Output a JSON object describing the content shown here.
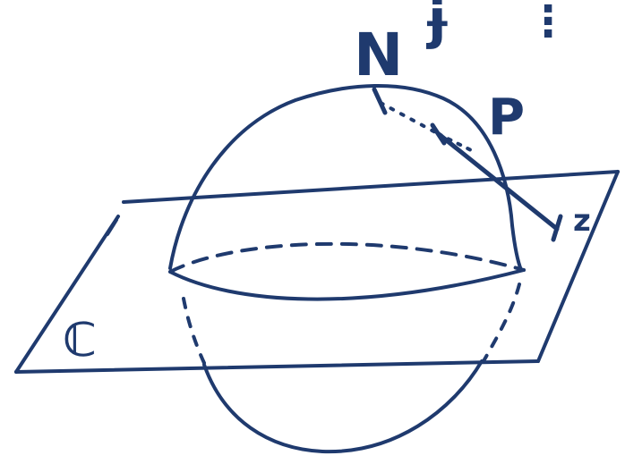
{
  "ink_color": "#1f3a6e",
  "paper_color": "#ffffff",
  "labels": {
    "north_pole": "N",
    "point_on_sphere": "P",
    "point_in_plane": "z",
    "complex_plane": "ℂ",
    "top_glyph": "ɉ",
    "top_glyph_partial": "⋮"
  }
}
